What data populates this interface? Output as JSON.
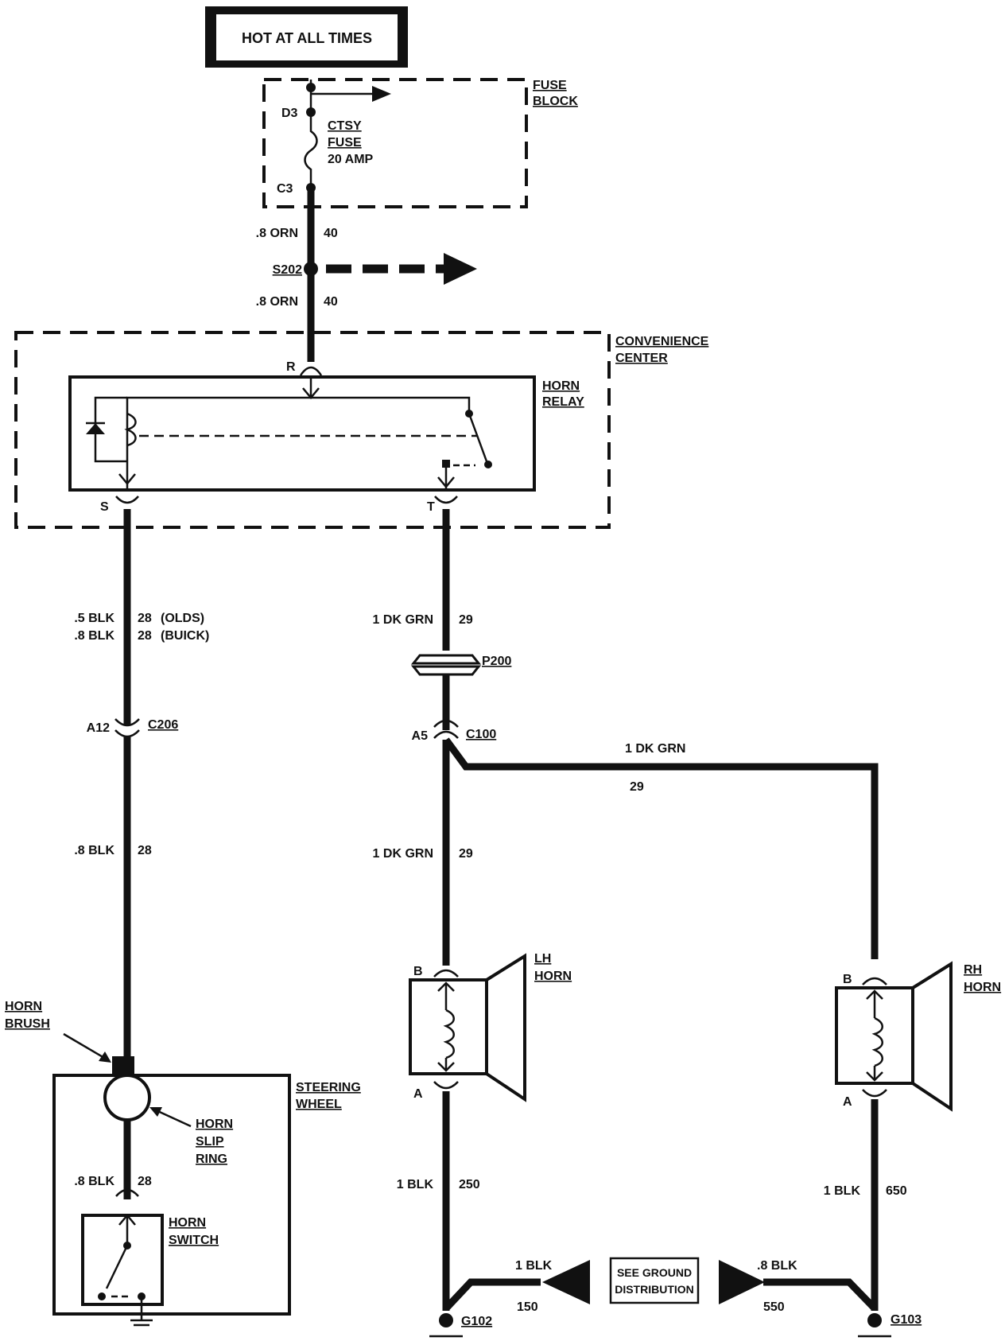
{
  "header": {
    "hot_label": "HOT AT ALL TIMES"
  },
  "fuse_block": {
    "title_line1": "FUSE",
    "title_line2": "BLOCK",
    "pin_top": "D3",
    "pin_bottom": "C3",
    "fuse_line1": "CTSY",
    "fuse_line2": "FUSE",
    "fuse_line3": "20 AMP"
  },
  "wires": {
    "orn_upper": {
      "gauge": ".8 ORN",
      "circuit": "40"
    },
    "orn_lower": {
      "gauge": ".8 ORN",
      "circuit": "40"
    },
    "blk_relay_olds": {
      "gauge": ".5 BLK",
      "circuit": "28",
      "note": "(OLDS)"
    },
    "blk_relay_buick": {
      "gauge": ".8 BLK",
      "circuit": "28",
      "note": "(BUICK)"
    },
    "blk_column": {
      "gauge": ".8 BLK",
      "circuit": "28"
    },
    "blk_switch": {
      "gauge": ".8 BLK",
      "circuit": "28"
    },
    "grn_relay": {
      "gauge": "1 DK GRN",
      "circuit": "29"
    },
    "grn_lh": {
      "gauge": "1 DK GRN",
      "circuit": "29"
    },
    "grn_rh": {
      "gauge": "1 DK GRN",
      "circuit": "29"
    },
    "blk_lh": {
      "gauge": "1 BLK",
      "circuit": "250"
    },
    "blk_g102": {
      "gauge": "1 BLK",
      "circuit": "150"
    },
    "blk_rh": {
      "gauge": "1 BLK",
      "circuit": "650"
    },
    "blk_g103": {
      "gauge": ".8 BLK",
      "circuit": "550"
    }
  },
  "splice": {
    "name": "S202"
  },
  "convenience_center": {
    "title_line1": "CONVENIENCE",
    "title_line2": "CENTER",
    "pin_r": "R",
    "pin_s": "S",
    "pin_t": "T"
  },
  "horn_relay": {
    "title_line1": "HORN",
    "title_line2": "RELAY"
  },
  "connectors": {
    "p200": "P200",
    "c206": "C206",
    "c206_pin": "A12",
    "c100": "C100",
    "c100_pin": "A5"
  },
  "lh_horn": {
    "title_line1": "LH",
    "title_line2": "HORN",
    "pin_b": "B",
    "pin_a": "A"
  },
  "rh_horn": {
    "title_line1": "RH",
    "title_line2": "HORN",
    "pin_b": "B",
    "pin_a": "A"
  },
  "steering": {
    "brush_line1": "HORN",
    "brush_line2": "BRUSH",
    "wheel_line1": "STEERING",
    "wheel_line2": "WHEEL",
    "slip_line1": "HORN",
    "slip_line2": "SLIP",
    "slip_line3": "RING",
    "switch_line1": "HORN",
    "switch_line2": "SWITCH"
  },
  "grounds": {
    "g102": "G102",
    "g103": "G103"
  },
  "ground_ref": {
    "line1": "SEE GROUND",
    "line2": "DISTRIBUTION"
  }
}
